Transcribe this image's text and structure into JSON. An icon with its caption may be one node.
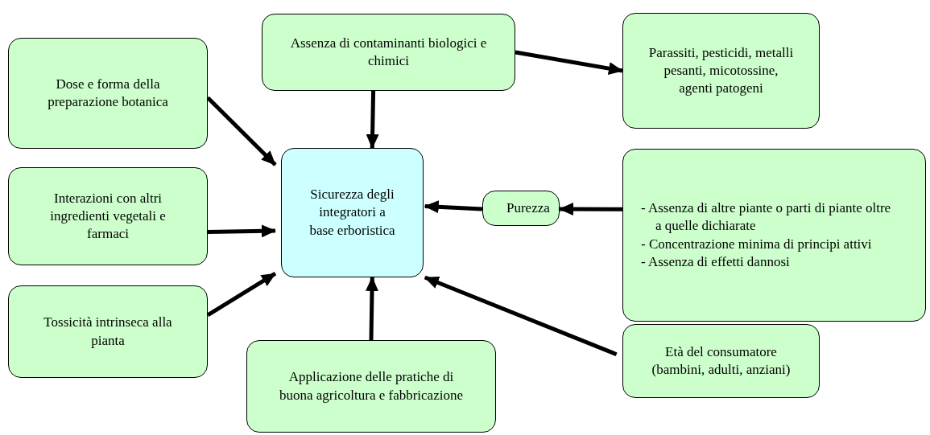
{
  "diagram": {
    "nodes": [
      {
        "text": [
          "Assenza di contaminanti biologici e chimici"
        ]
      },
      {
        "text": [
          "Parassiti, pesticidi, metalli pesanti, micotossine, agenti patogeni"
        ]
      },
      {
        "text": [
          "Dose e forma della preparazione botanica"
        ]
      },
      {
        "text": [
          "Sicurezza degli integratori a base erboristica"
        ]
      },
      {
        "text": [
          "Interazioni con altri ingredienti vegetali e farmaci"
        ]
      },
      {
        "text": [
          "Purezza"
        ]
      },
      {
        "text": [
          "- Assenza di altre piante o parti di piante oltre a quelle dichiarate",
          "- Concentrazione minima di principi attivi",
          "- Assenza di effetti dannosi"
        ]
      },
      {
        "text": [
          "Tossicità intrinseca alla pianta"
        ]
      },
      {
        "text": [
          "Applicazione delle pratiche di buona agricoltura e fabbricazione"
        ]
      },
      {
        "text": [
          "Età del consumatore (bambini, adulti, anziani)"
        ]
      }
    ],
    "edges": [
      {
        "from": 0,
        "to": 1,
        "arrow": "to"
      },
      {
        "from": 0,
        "to": 3,
        "arrow": "to"
      },
      {
        "from": 2,
        "to": 3,
        "arrow": "to"
      },
      {
        "from": 4,
        "to": 3,
        "arrow": "to"
      },
      {
        "from": 7,
        "to": 3,
        "arrow": "to"
      },
      {
        "from": 8,
        "to": 3,
        "arrow": "to"
      },
      {
        "from": 9,
        "to": 3,
        "arrow": "to"
      },
      {
        "from": 5,
        "to": 3,
        "arrow": "to"
      },
      {
        "from": 6,
        "to": 5,
        "arrow": "to"
      }
    ]
  }
}
